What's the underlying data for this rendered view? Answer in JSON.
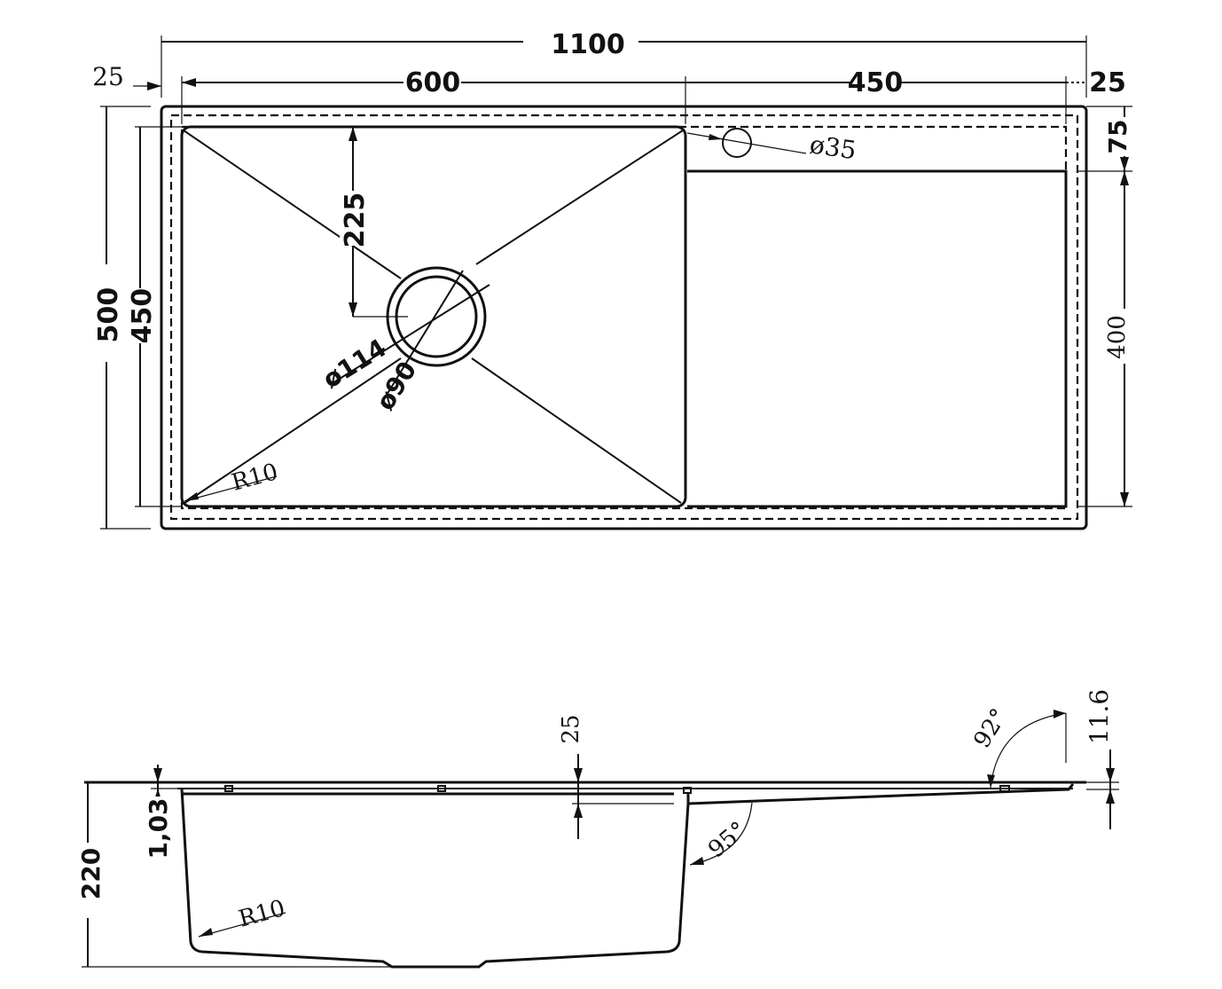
{
  "top_view": {
    "overall_width": "1100",
    "left_margin": "25",
    "bowl_width": "600",
    "drainer_width": "450",
    "right_margin": "25",
    "overall_depth": "500",
    "bowl_depth": "450",
    "drain_center_offset": "225",
    "drain_outer_diameter": "ø114",
    "drain_inner_diameter": "ø90",
    "tap_hole_diameter": "ø35",
    "back_margin": "75",
    "drainer_depth": "400",
    "corner_radius": "R10"
  },
  "side_view": {
    "total_height": "220",
    "rim_thickness": "1,03",
    "flange_drop": "25",
    "bowl_angle": "95°",
    "drainer_angle": "92°",
    "edge_height": "11.6",
    "bottom_radius": "R10"
  }
}
